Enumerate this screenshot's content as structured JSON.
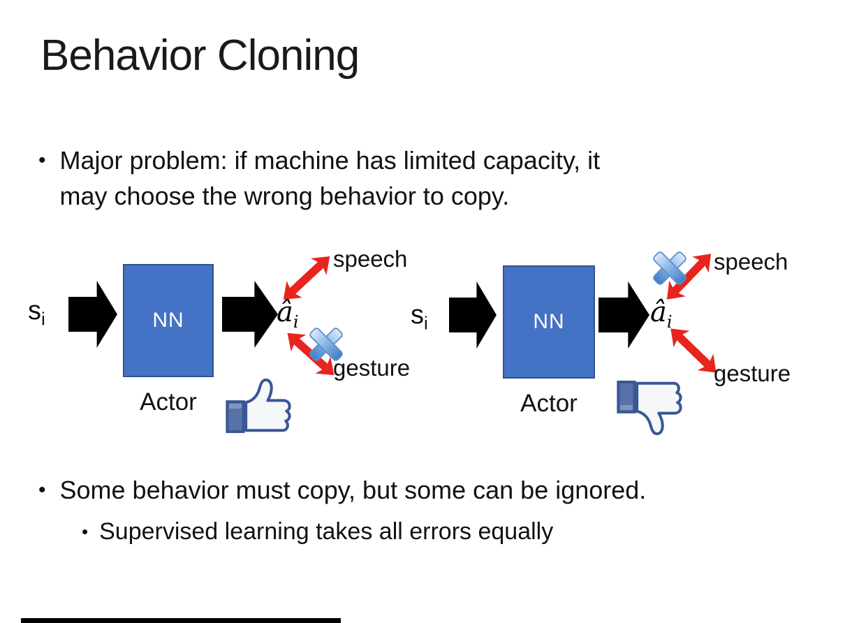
{
  "slide": {
    "title": "Behavior Cloning",
    "bullet_glyph": "•",
    "bullets": {
      "major_problem": [
        "Major problem: if machine has limited capacity, it",
        "may choose the wrong behavior to copy."
      ],
      "some_behavior": "Some behavior must copy, but some can be ignored.",
      "supervised": "Supervised learning takes all errors equally"
    },
    "diagram_left": {
      "input_base": "s",
      "input_sub": "i",
      "network_label": "NN",
      "network_caption": "Actor",
      "output_base": "â",
      "output_sub": "i",
      "speech_label": "speech",
      "gesture_label": "gesture",
      "crossed_out_branch": "gesture",
      "feedback_icon": "thumbs-up"
    },
    "diagram_right": {
      "input_base": "s",
      "input_sub": "i",
      "network_label": "NN",
      "network_caption": "Actor",
      "output_base": "â",
      "output_sub": "i",
      "speech_label": "speech",
      "gesture_label": "gesture",
      "crossed_out_branch": "speech",
      "feedback_icon": "thumbs-down"
    },
    "colors": {
      "network_box_fill": "#4472C4",
      "network_box_border": "#2F528F",
      "block_arrow": "#000000",
      "branch_arrow_red": "#E8241F",
      "cross_blue_light": "#DCEBFA",
      "cross_blue_dark": "#3E7EC6",
      "thumb_outline": "#3A5795",
      "thumb_sleeve": "#5872A7"
    }
  }
}
